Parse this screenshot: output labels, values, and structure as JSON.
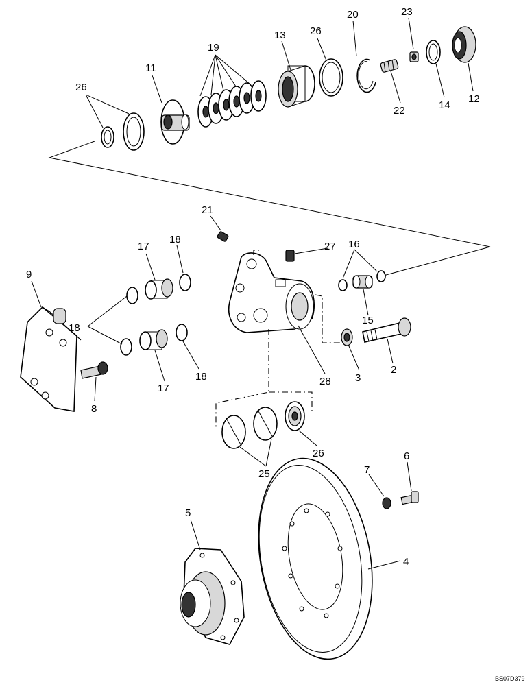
{
  "diagram": {
    "callouts": [
      {
        "id": "c1",
        "text": "20"
      },
      {
        "id": "c2",
        "text": "23"
      },
      {
        "id": "c3",
        "text": "19"
      },
      {
        "id": "c4",
        "text": "13"
      },
      {
        "id": "c5",
        "text": "26"
      },
      {
        "id": "c6",
        "text": "11"
      },
      {
        "id": "c7",
        "text": "26"
      },
      {
        "id": "c8",
        "text": "22"
      },
      {
        "id": "c9",
        "text": "14"
      },
      {
        "id": "c10",
        "text": "12"
      },
      {
        "id": "c11",
        "text": "21"
      },
      {
        "id": "c12",
        "text": "17"
      },
      {
        "id": "c13",
        "text": "18"
      },
      {
        "id": "c14",
        "text": "27"
      },
      {
        "id": "c15",
        "text": "16"
      },
      {
        "id": "c16",
        "text": "9"
      },
      {
        "id": "c17",
        "text": "18"
      },
      {
        "id": "c18",
        "text": "15"
      },
      {
        "id": "c19",
        "text": "2"
      },
      {
        "id": "c20",
        "text": "3"
      },
      {
        "id": "c21",
        "text": "28"
      },
      {
        "id": "c22",
        "text": "18"
      },
      {
        "id": "c23",
        "text": "17"
      },
      {
        "id": "c24",
        "text": "8"
      },
      {
        "id": "c25",
        "text": "26"
      },
      {
        "id": "c26",
        "text": "25"
      },
      {
        "id": "c27",
        "text": "7"
      },
      {
        "id": "c28",
        "text": "6"
      },
      {
        "id": "c29",
        "text": "5"
      },
      {
        "id": "c30",
        "text": "4"
      }
    ],
    "drawing_ref": "BS07D379"
  }
}
